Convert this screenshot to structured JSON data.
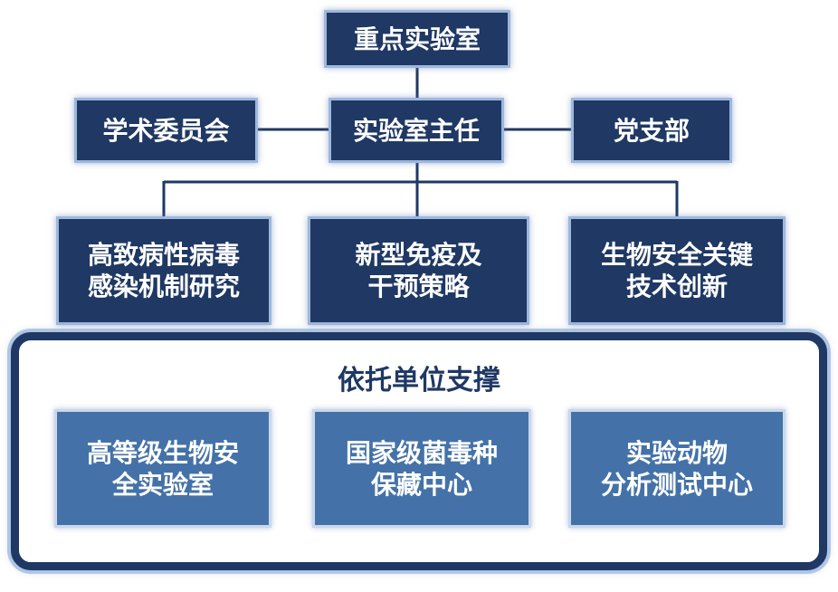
{
  "diagram": {
    "top_node": {
      "label": "重点实验室"
    },
    "level2": {
      "academic_committee": {
        "label": "学术委员会"
      },
      "lab_director": {
        "label": "实验室主任"
      },
      "party_branch": {
        "label": "党支部"
      }
    },
    "level3": [
      {
        "label": "高致病性病毒\n感染机制研究"
      },
      {
        "label": "新型免疫及\n干预策略"
      },
      {
        "label": "生物安全关键\n技术创新"
      }
    ],
    "support": {
      "title": "依托单位支撑",
      "items": [
        {
          "label": "高等级生物安\n全实验室"
        },
        {
          "label": "国家级菌毒种\n保藏中心"
        },
        {
          "label": "实验动物\n分析测试中心"
        }
      ]
    },
    "colors": {
      "dark_navy": "#1f3864",
      "medium_blue": "#4472a8",
      "light_edge": "#9db7dd",
      "connector": "#1f3864",
      "background": "#ffffff"
    }
  }
}
